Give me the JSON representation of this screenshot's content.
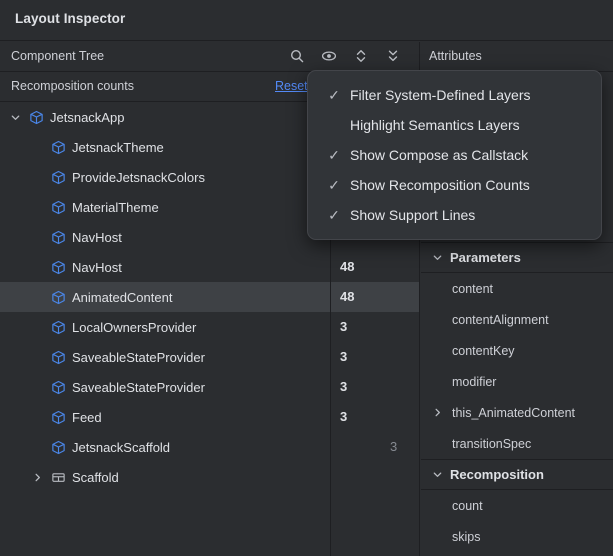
{
  "window": {
    "title": "Layout Inspector"
  },
  "component_tree_panel": {
    "header_label": "Component Tree",
    "icons": [
      {
        "name": "search-icon",
        "glyph": "search"
      },
      {
        "name": "eye-icon",
        "glyph": "eye"
      },
      {
        "name": "expand-all-icon",
        "glyph": "expand"
      },
      {
        "name": "collapse-all-icon",
        "glyph": "collapse"
      }
    ],
    "recomposition_bar": {
      "label": "Recomposition counts",
      "reset_label": "Reset"
    },
    "tree": [
      {
        "label": "JetsnackApp",
        "depth": 0,
        "icon": "compose-node-icon",
        "twisty": "down",
        "count": "",
        "dim": false,
        "selected": false
      },
      {
        "label": "JetsnackTheme",
        "depth": 1,
        "icon": "compose-node-icon",
        "twisty": "",
        "count": "",
        "dim": false,
        "selected": false
      },
      {
        "label": "ProvideJetsnackColors",
        "depth": 1,
        "icon": "compose-node-icon",
        "twisty": "",
        "count": "",
        "dim": false,
        "selected": false
      },
      {
        "label": "MaterialTheme",
        "depth": 1,
        "icon": "compose-node-icon",
        "twisty": "",
        "count": "",
        "dim": false,
        "selected": false
      },
      {
        "label": "NavHost",
        "depth": 1,
        "icon": "compose-node-icon",
        "twisty": "",
        "count": "",
        "dim": false,
        "selected": false
      },
      {
        "label": "NavHost",
        "depth": 1,
        "icon": "compose-node-icon",
        "twisty": "",
        "count": "48",
        "dim": false,
        "selected": false
      },
      {
        "label": "AnimatedContent",
        "depth": 1,
        "icon": "compose-node-icon",
        "twisty": "",
        "count": "48",
        "dim": false,
        "selected": true
      },
      {
        "label": "LocalOwnersProvider",
        "depth": 1,
        "icon": "compose-node-icon",
        "twisty": "",
        "count": "3",
        "dim": false,
        "selected": false
      },
      {
        "label": "SaveableStateProvider",
        "depth": 1,
        "icon": "compose-node-icon",
        "twisty": "",
        "count": "3",
        "dim": false,
        "selected": false
      },
      {
        "label": "SaveableStateProvider",
        "depth": 1,
        "icon": "compose-node-icon",
        "twisty": "",
        "count": "3",
        "dim": false,
        "selected": false
      },
      {
        "label": "Feed",
        "depth": 1,
        "icon": "compose-node-icon",
        "twisty": "",
        "count": "3",
        "dim": false,
        "selected": false
      },
      {
        "label": "JetsnackScaffold",
        "depth": 1,
        "icon": "compose-node-icon",
        "twisty": "",
        "count": "3",
        "dim": true,
        "selected": false
      },
      {
        "label": "Scaffold",
        "depth": 1,
        "icon": "view-node-icon",
        "twisty": "right",
        "count": "",
        "dim": false,
        "selected": false
      }
    ]
  },
  "attributes_panel": {
    "header_label": "Attributes",
    "rows": [
      {
        "label": "Parameters",
        "type": "group",
        "twisty": "down",
        "indent": 0
      },
      {
        "label": "content",
        "type": "item",
        "twisty": "",
        "indent": 0
      },
      {
        "label": "contentAlignment",
        "type": "item",
        "twisty": "",
        "indent": 0
      },
      {
        "label": "contentKey",
        "type": "item",
        "twisty": "",
        "indent": 0
      },
      {
        "label": "modifier",
        "type": "item",
        "twisty": "",
        "indent": 0
      },
      {
        "label": "this_AnimatedContent",
        "type": "item",
        "twisty": "right",
        "indent": 0
      },
      {
        "label": "transitionSpec",
        "type": "item",
        "twisty": "",
        "indent": 0
      },
      {
        "label": "Recomposition",
        "type": "group",
        "twisty": "down",
        "indent": 0
      },
      {
        "label": "count",
        "type": "item",
        "twisty": "",
        "indent": 0
      },
      {
        "label": "skips",
        "type": "item",
        "twisty": "",
        "indent": 0
      }
    ]
  },
  "popup_menu": {
    "items": [
      {
        "label": "Filter System-Defined Layers",
        "checked": true
      },
      {
        "label": "Highlight Semantics Layers",
        "checked": false
      },
      {
        "label": "Show Compose as Callstack",
        "checked": true
      },
      {
        "label": "Show Recomposition Counts",
        "checked": true
      },
      {
        "label": "Show Support Lines",
        "checked": true
      }
    ],
    "check_glyph": "✓"
  },
  "colors": {
    "background": "#2b2d30",
    "panel_border": "#1e1f22",
    "selected_row": "#3e4145",
    "link": "#548af7",
    "node_icon": "#4a86e8",
    "popup_bg": "#313438",
    "marker": "#d9a343",
    "text": "#dfe1e5",
    "dim_text": "#868a91"
  }
}
